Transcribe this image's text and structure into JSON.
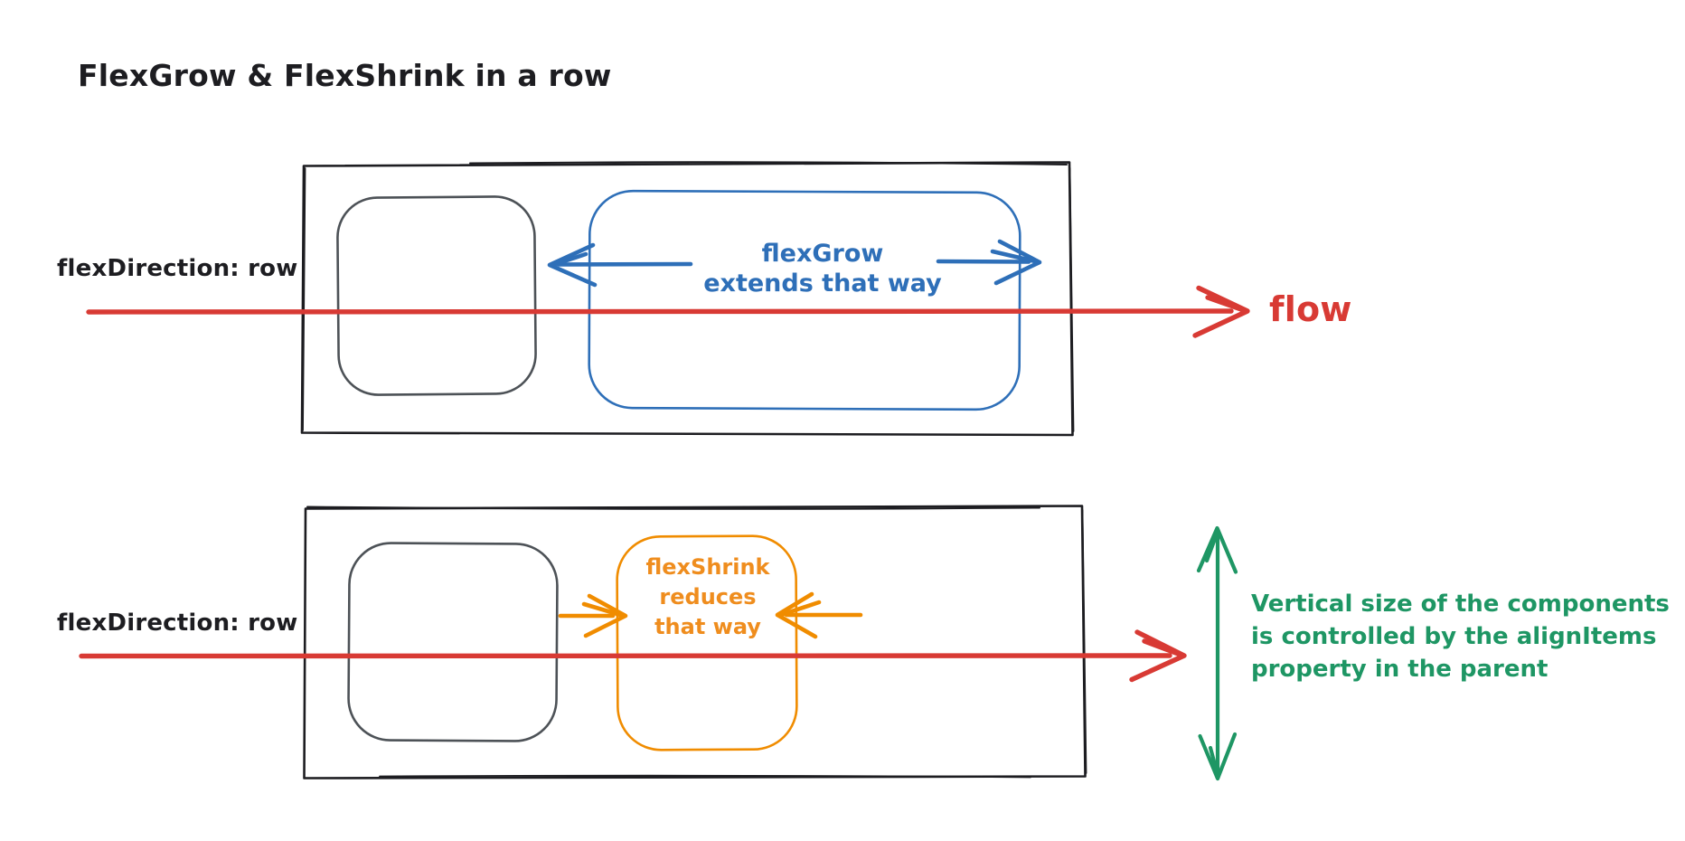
{
  "title": "FlexGrow & FlexShrink in a row",
  "colors": {
    "ink": "#1d1d21",
    "box_gray": "#4d5257",
    "blue": "#2e6fb8",
    "red": "#d83a34",
    "orange": "#f08c00",
    "green": "#1e9664"
  },
  "top_diagram": {
    "direction_label": "flexDirection: row",
    "grow_caption": {
      "line1": "flexGrow",
      "line2": "extends that way"
    },
    "flow_label": "flow"
  },
  "bottom_diagram": {
    "direction_label": "flexDirection: row",
    "shrink_caption": {
      "line1": "flexShrink",
      "line2": "reduces",
      "line3": "that way"
    },
    "align_note": {
      "line1": "Vertical size of the components",
      "line2": "is controlled by the alignItems",
      "line3": "property in the parent"
    }
  }
}
